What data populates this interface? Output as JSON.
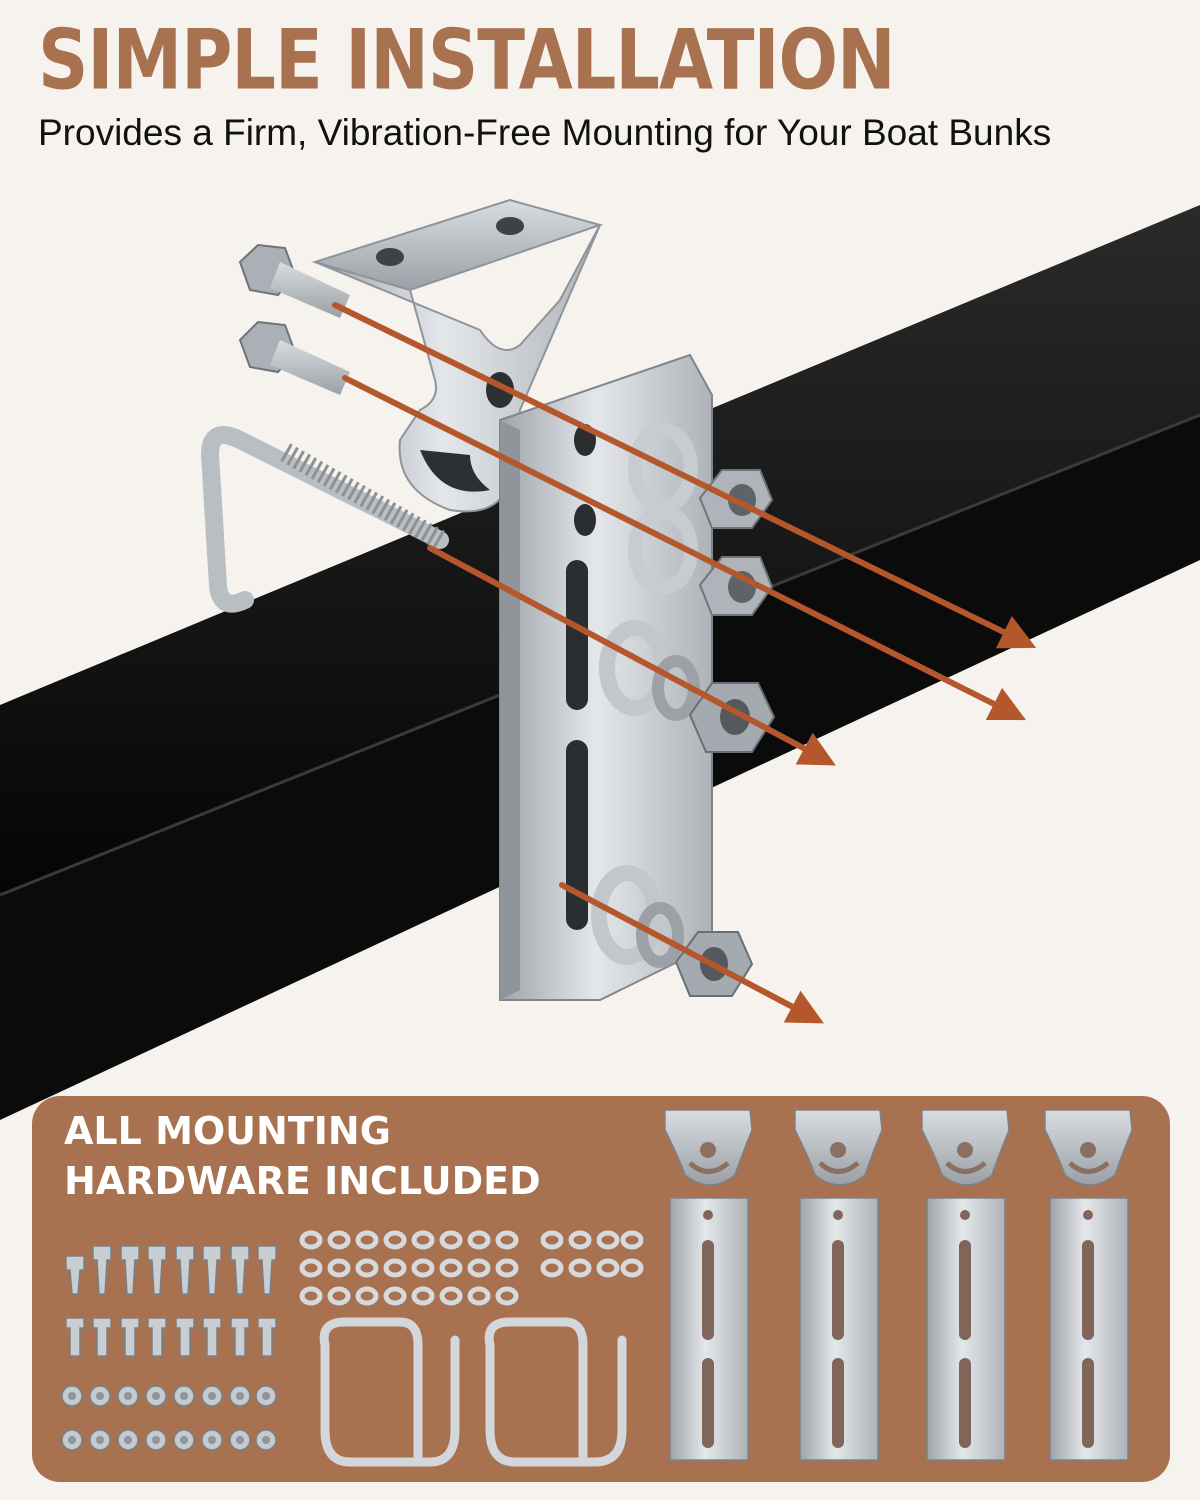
{
  "header": {
    "title": "SIMPLE INSTALLATION",
    "subtitle": "Provides a Firm, Vibration-Free Mounting for Your Boat Bunks"
  },
  "panel": {
    "title_line1": "ALL MOUNTING",
    "title_line2": "HARDWARE INCLUDED"
  },
  "colors": {
    "accent": "#a8714f",
    "arrow": "#b5572d",
    "beam": "#101010",
    "steel": "#c7ccd1",
    "background": "#f6f2ed"
  },
  "icons": [
    "hex-bolt-icon",
    "u-bolt-icon",
    "angle-bracket-icon",
    "bunk-plate-icon",
    "hex-nut-icon",
    "washer-icon",
    "lag-screw-icon",
    "arrow-icon"
  ]
}
